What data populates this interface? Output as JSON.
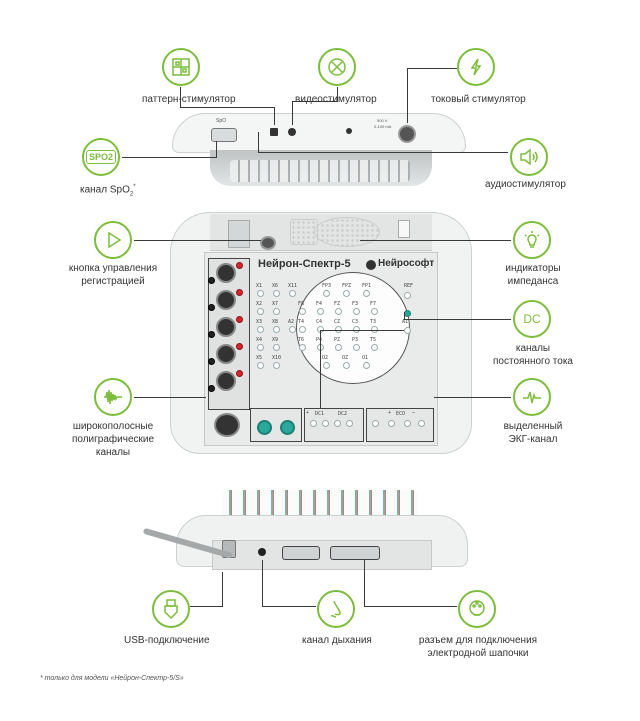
{
  "labels": {
    "pattern": "паттерн-стимулятор",
    "video": "видеостимулятор",
    "current": "токовый стимулятор",
    "spo2_main": "канал SpO",
    "spo2_sub": "2",
    "spo2_sup": "*",
    "audio": "аудиостимулятор",
    "reg_button_1": "кнопка управления",
    "reg_button_2": "регистрацией",
    "impedance_1": "индикаторы",
    "impedance_2": "импеданса",
    "dc_1": "каналы",
    "dc_2": "постоянного тока",
    "broadband_1": "широкополосные",
    "broadband_2": "полиграфические",
    "broadband_3": "каналы",
    "ecg_1": "выделенный",
    "ecg_2": "ЭКГ-канал",
    "usb": "USB-подключение",
    "breath": "канал дыхания",
    "cap_1": "разъем для подключения",
    "cap_2": "электродной шапочки"
  },
  "device": {
    "model": "Нейрон-Спектр-5",
    "brand": "Нейрософт",
    "spo2_icon_text": "SPO2",
    "dc_icon_text": "DC",
    "top_panel_1": "SpO",
    "top_panel_2": "500 V",
    "top_panel_3": "0-100 mA",
    "left_jacks": [
      "X1",
      "X6",
      "X11",
      "X2",
      "X7",
      "X3",
      "X8",
      "A2",
      "X4",
      "X9",
      "X5",
      "X10"
    ],
    "eeg_jacks": [
      "FP3",
      "FPZ",
      "FP1",
      "F8",
      "F4",
      "FZ",
      "F3",
      "F7",
      "T4",
      "C4",
      "CZ",
      "C3",
      "T3",
      "T6",
      "P4",
      "PZ",
      "P3",
      "T5",
      "O2",
      "OZ",
      "O1"
    ],
    "ref": "REF",
    "a1": "A1",
    "dc1": "DC1",
    "dc2": "DC2",
    "eco": "ECO",
    "plus": "+",
    "minus": "—"
  },
  "footnote": "* только для модели «Нейрон-Спектр-5/S»",
  "colors": {
    "accent": "#7cbd3c",
    "teal": "#2aa89a",
    "red": "#d8262e"
  }
}
